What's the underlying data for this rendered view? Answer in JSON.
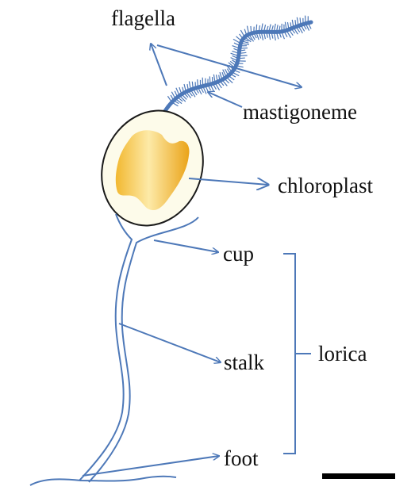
{
  "labels": {
    "flagella": "flagella",
    "mastigoneme": "mastigoneme",
    "chloroplast": "chloroplast",
    "cup": "cup",
    "stalk": "stalk",
    "lorica": "lorica",
    "foot": "foot"
  },
  "colors": {
    "structure": "#4d78b8",
    "cell_outline": "#1a1a1a",
    "cell_fill": "#fdfbea",
    "chloroplast_light": "#fde9a2",
    "chloroplast_dark": "#e8a010",
    "text": "#111111",
    "scale_bar": "#000000"
  }
}
